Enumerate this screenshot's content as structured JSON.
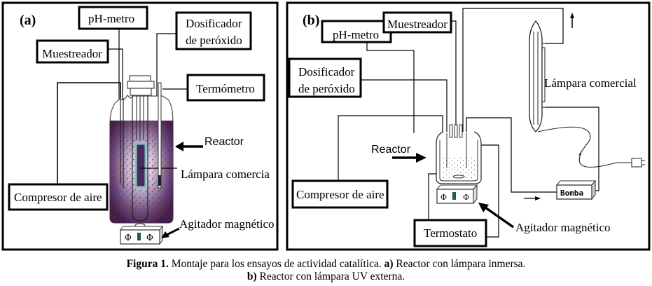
{
  "panel_a": {
    "label": "(a)",
    "ph_meter": "pH-metro",
    "sampler": "Muestreador",
    "peroxide_doser_line1": "Dosificador",
    "peroxide_doser_line2": "de peróxido",
    "thermometer": "Termómetro",
    "reactor": "Reactor",
    "lamp": "Lámpara comercia",
    "air_compressor": "Compresor de aire",
    "stirrer": "Agitador magnético",
    "colors": {
      "liquid": "#4a2a5e",
      "lamp_frame": "#7fc4c0",
      "particles": "#8b2a1a"
    }
  },
  "panel_b": {
    "label": "(b)",
    "ph_meter": "pH-metro",
    "sampler": "Muestreador",
    "peroxide_doser_line1": "Dosificador",
    "peroxide_doser_line2": "de peróxido",
    "lamp": "Lámpara comercial",
    "reactor": "Reactor",
    "air_compressor": "Compresor de aire",
    "pump": "Bomba",
    "thermostat": "Termostato",
    "stirrer": "Agitador magnético"
  },
  "caption": {
    "figure_label": "Figura 1.",
    "text_line1": " Montaje para los ensayos de actividad catalítica. ",
    "part_a_label": "a)",
    "part_a_text": " Reactor con lámpara inmersa.",
    "part_b_label": "b)",
    "part_b_text": " Reactor con lámpara UV externa."
  }
}
